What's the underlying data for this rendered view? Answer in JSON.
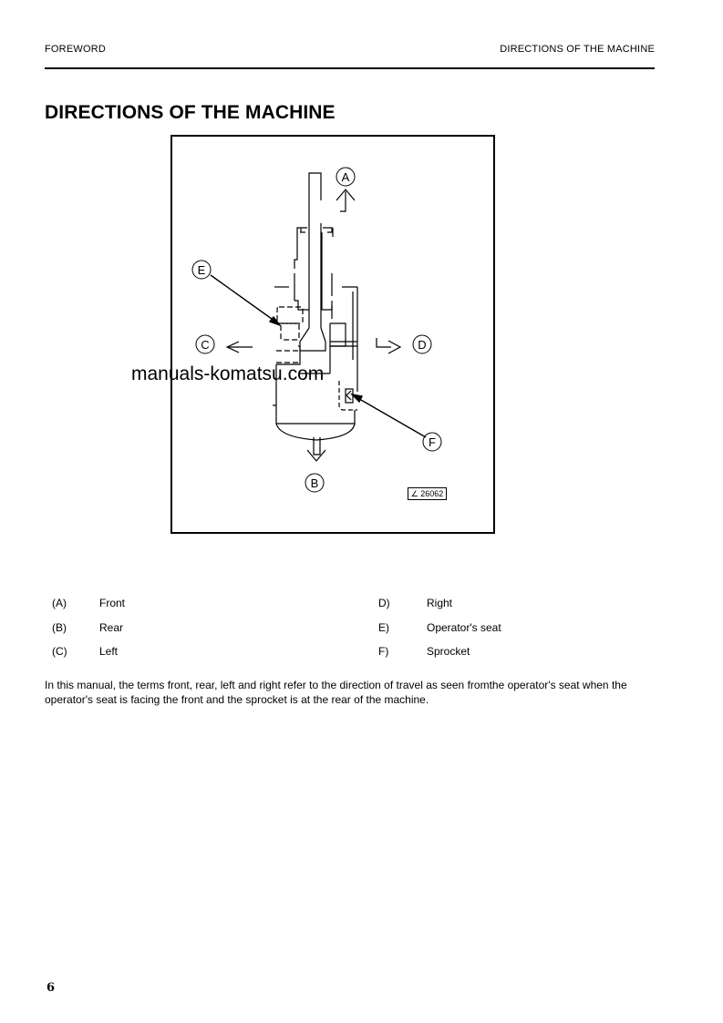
{
  "header": {
    "left": "FOREWORD",
    "right": "DIRECTIONS OF THE MACHINE"
  },
  "page_title": "DIRECTIONS OF THE MACHINE",
  "figure": {
    "labels": {
      "A": "A",
      "B": "B",
      "C": "C",
      "D": "D",
      "E": "E",
      "F": "F"
    },
    "code": "∠ 26062",
    "watermark": "manuals-komatsu.com"
  },
  "legend": [
    {
      "key": "(A)",
      "value": "Front"
    },
    {
      "key": "(B)",
      "value": "Rear"
    },
    {
      "key": "(C)",
      "value": "Left"
    },
    {
      "key": "D)",
      "value": "Right"
    },
    {
      "key": "E)",
      "value": "Operator's seat"
    },
    {
      "key": "F)",
      "value": "Sprocket"
    }
  ],
  "paragraph": "In this manual, the terms front, rear, left and right refer to the direction of travel as seen fromthe operator's seat when the operator's seat is facing the front and the sprocket is at the rear of the machine.",
  "page_number": "6"
}
